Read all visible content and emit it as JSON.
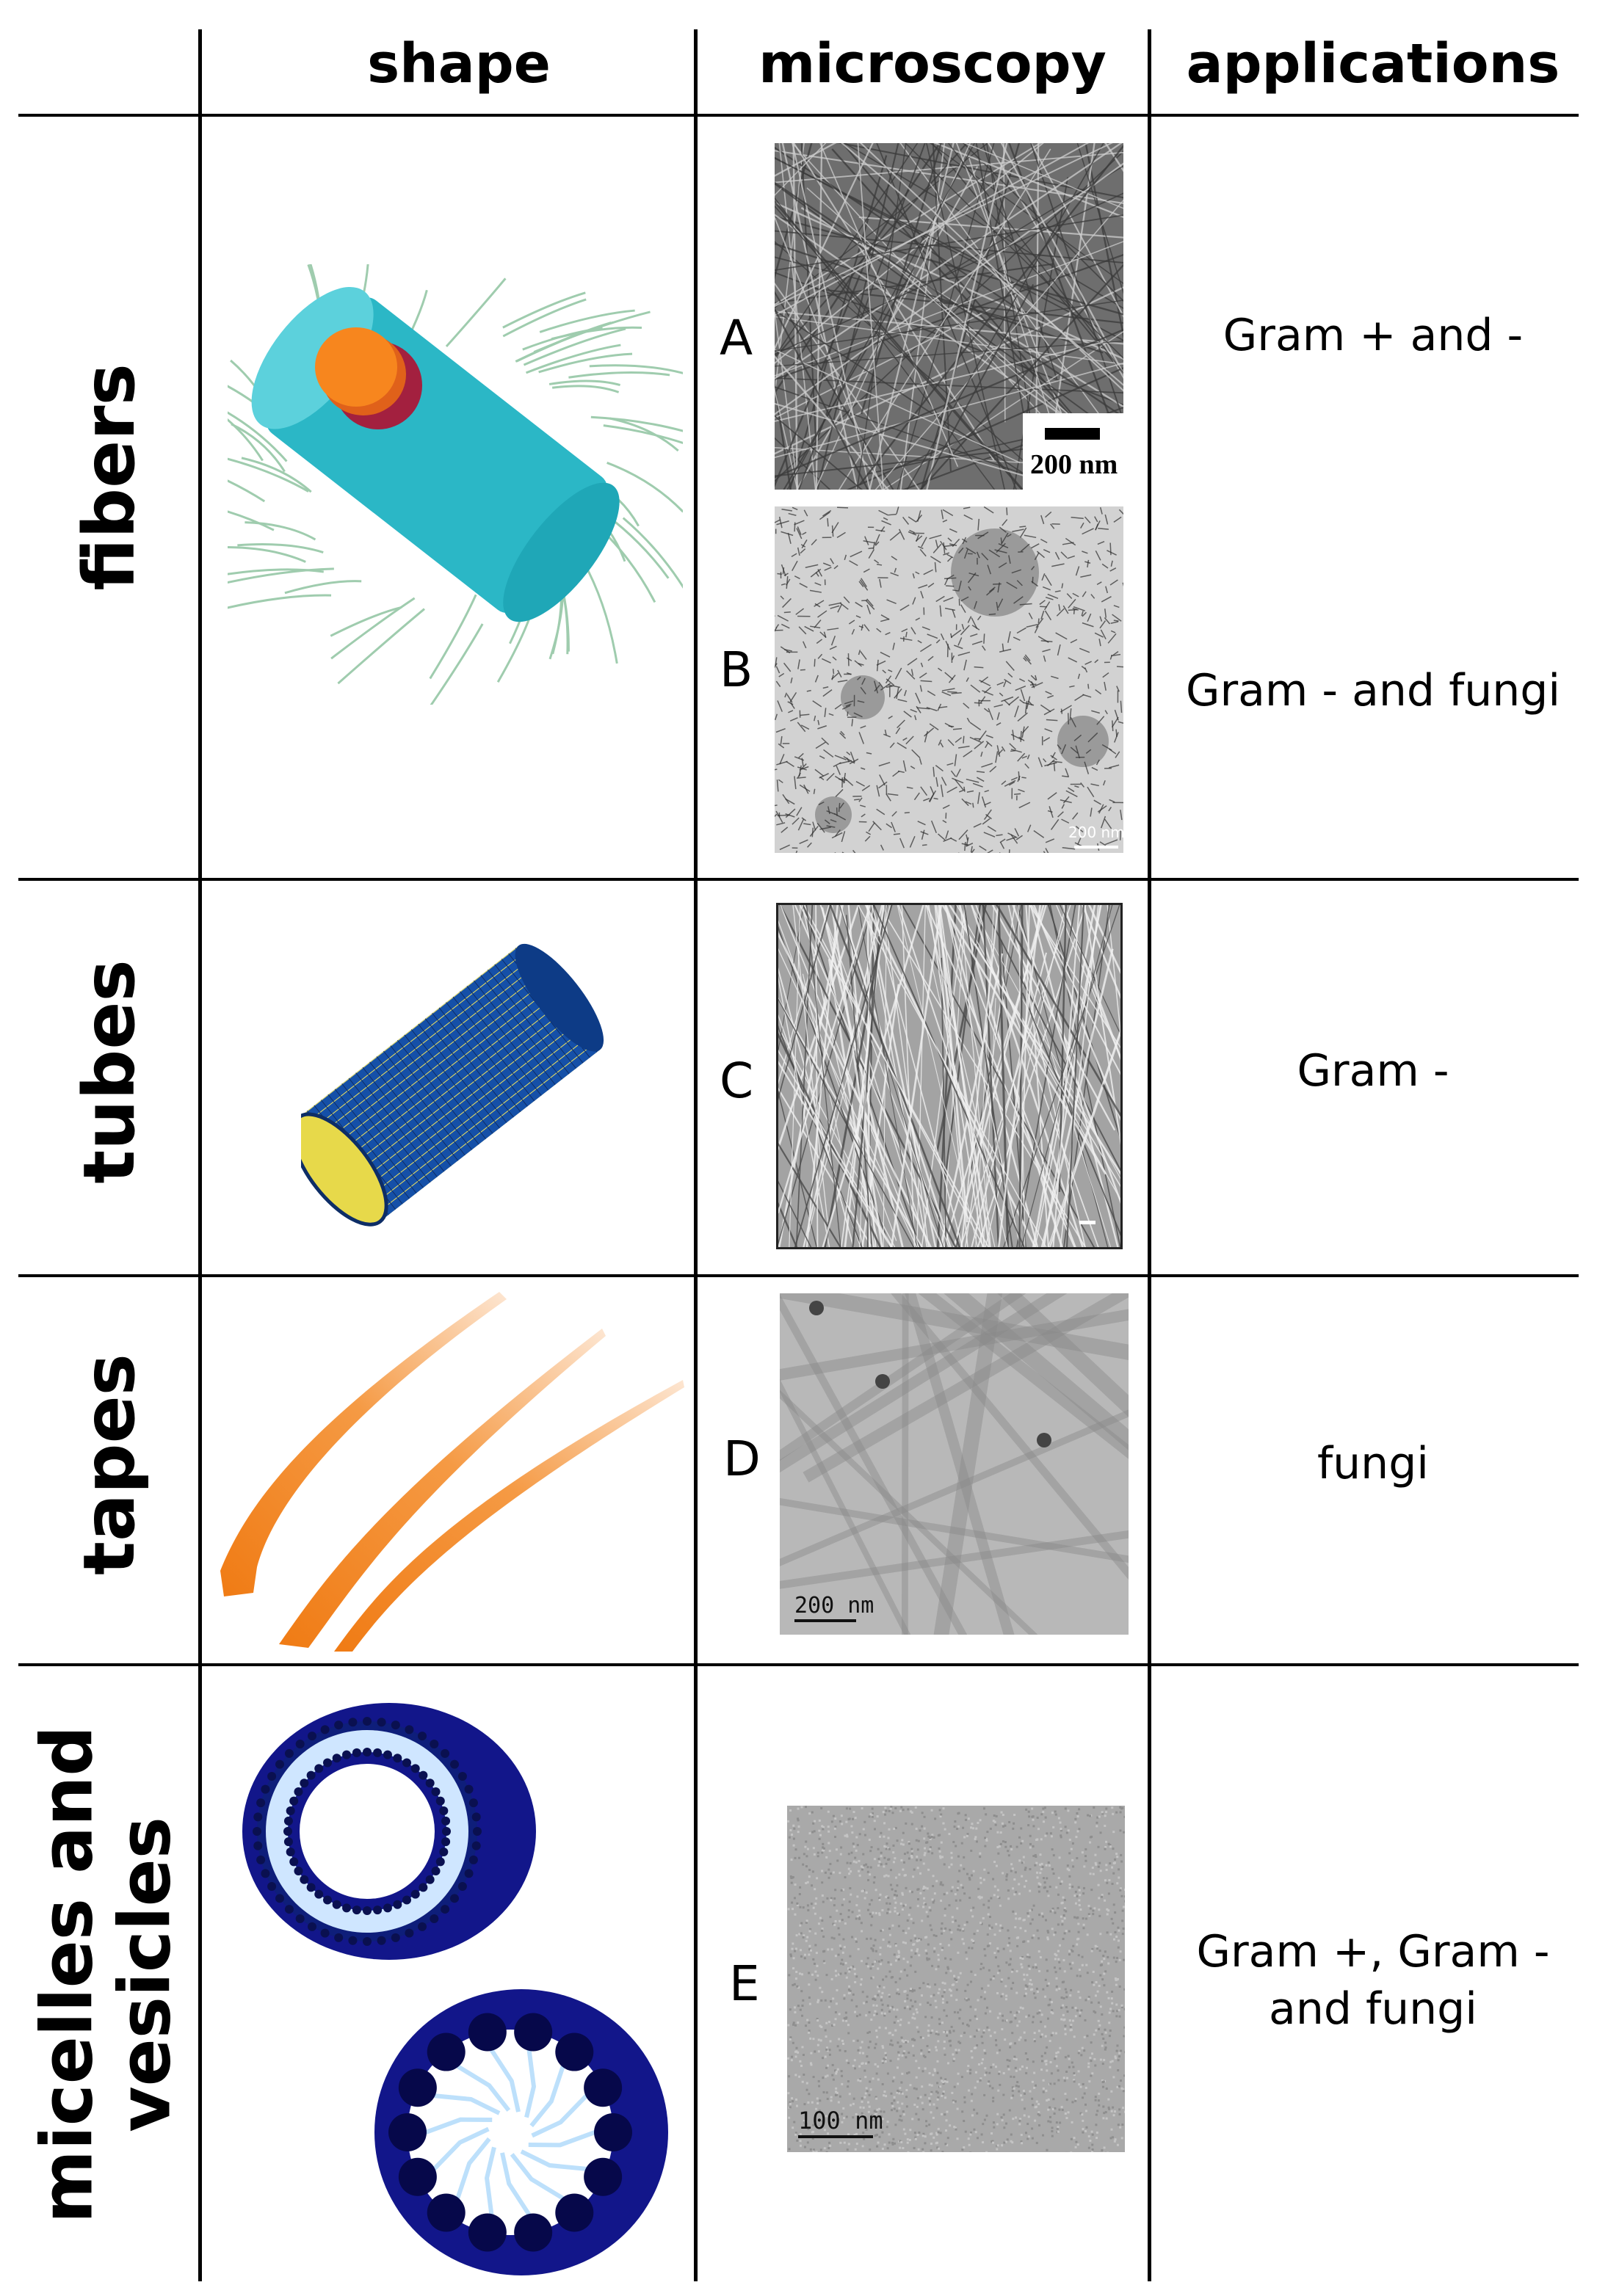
{
  "headers": {
    "shape": "shape",
    "microscopy": "microscopy",
    "applications": "applications"
  },
  "rows": [
    {
      "label": "fibers"
    },
    {
      "label": "tubes"
    },
    {
      "label": "tapes"
    },
    {
      "label_line1": "micelles and",
      "label_line2": "vesicles"
    }
  ],
  "panels": {
    "A": "A",
    "B": "B",
    "C": "C",
    "D": "D",
    "E": "E"
  },
  "scalebars": {
    "A": "200 nm",
    "B": "200 nm",
    "D": "200  nm",
    "E": "100  nm"
  },
  "applications": {
    "A": "Gram + and -",
    "B": "Gram - and fungi",
    "C": "Gram -",
    "D": "fungi",
    "E_line1": "Gram +, Gram -",
    "E_line2": "and fungi"
  }
}
